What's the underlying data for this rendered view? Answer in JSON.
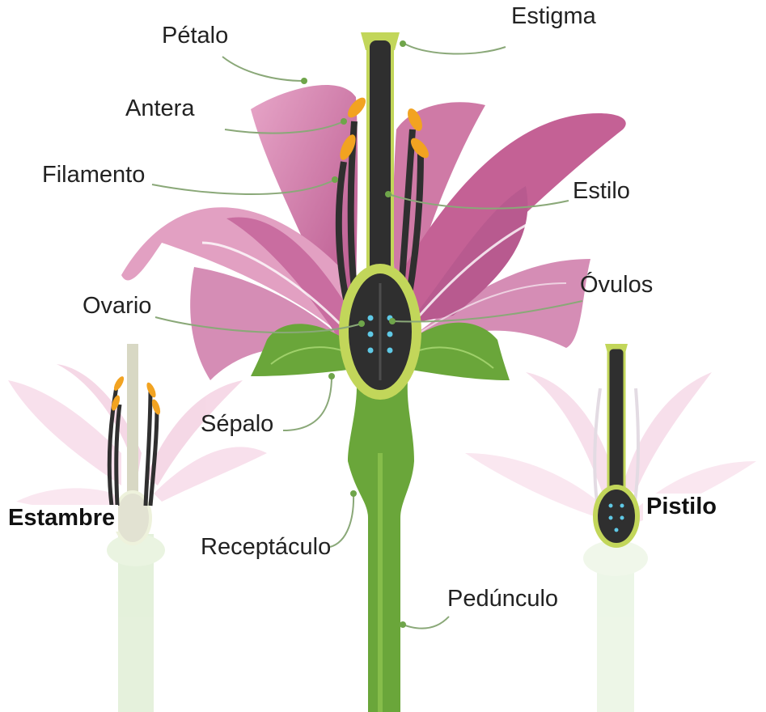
{
  "labels": {
    "petalo": "Pétalo",
    "estigma": "Estigma",
    "antera": "Antera",
    "filamento": "Filamento",
    "estilo": "Estilo",
    "ovario": "Ovario",
    "ovulos": "Óvulos",
    "sepalo": "Sépalo",
    "receptaculo": "Receptáculo",
    "pedunculo": "Pedúnculo",
    "estambre": "Estambre",
    "pistilo": "Pistilo"
  },
  "colors": {
    "petal": "#d98bb2",
    "petal_dark": "#b04f85",
    "petal_light": "#f2d2e3",
    "stem": "#6aa63a",
    "stem_light": "#86bd4a",
    "pistil_dark": "#2f2f2f",
    "pistil_rim": "#c2d65a",
    "anther": "#f2a321",
    "ovule": "#5fc9e6",
    "leader_line": "#8aa878",
    "leader_dot": "#6fa54a"
  }
}
